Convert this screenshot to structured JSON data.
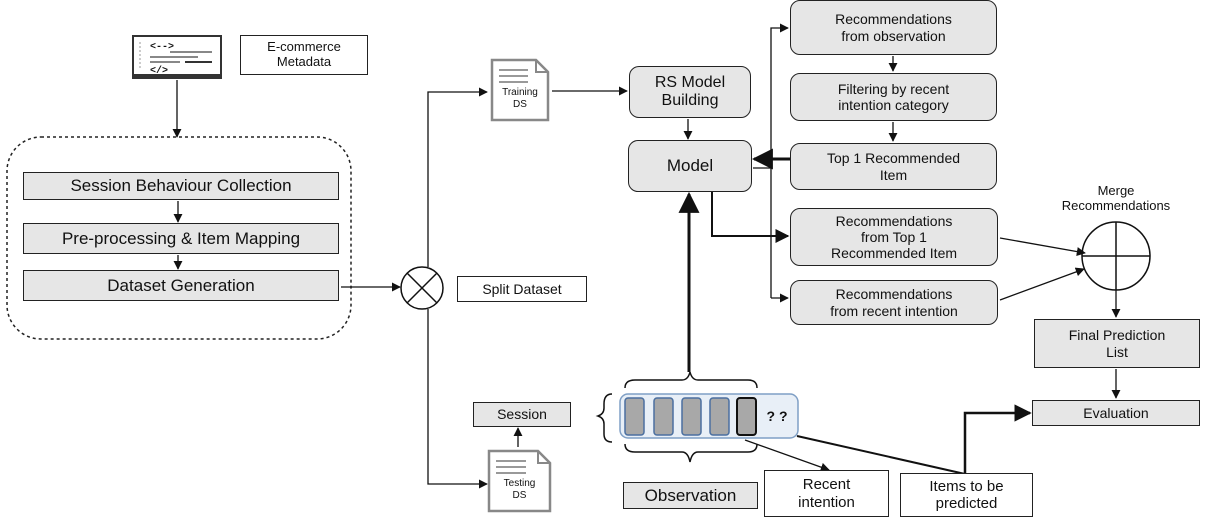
{
  "labels": {
    "metadata": "E-commerce\nMetadata",
    "session_behaviour": "Session Behaviour Collection",
    "preprocessing": "Pre-processing & Item Mapping",
    "dataset_generation": "Dataset Generation",
    "split_dataset": "Split Dataset",
    "training_ds": "Training\nDS",
    "testing_ds": "Testing\nDS",
    "rs_model_building": "RS Model\nBuilding",
    "model": "Model",
    "rec_from_observation": "Recommendations\nfrom observation",
    "filtering": "Filtering by recent\nintention category",
    "top1_item": "Top 1 Recommended\nItem",
    "rec_from_top1": "Recommendations\nfrom Top 1\nRecommended Item",
    "rec_from_recent": "Recommendations\nfrom recent intention",
    "merge": "Merge\nRecommendations",
    "final_list": "Final Prediction\nList",
    "evaluation": "Evaluation",
    "session": "Session",
    "question_marks": "? ?",
    "observation": "Observation",
    "recent_intention": "Recent\nintention",
    "items_to_predict": "Items to be\npredicted"
  },
  "icons": [
    "code-document-icon",
    "document-icon",
    "merge-circle-icon",
    "split-cross-circle-icon"
  ],
  "colors": {
    "box_fill": "#e6e6e6",
    "border": "#222222",
    "session_item_fill": "#a8a8a8",
    "session_item_border": "#4a6fa0",
    "session_container_fill": "#e8eff7",
    "session_container_border": "#7f9fc5"
  }
}
